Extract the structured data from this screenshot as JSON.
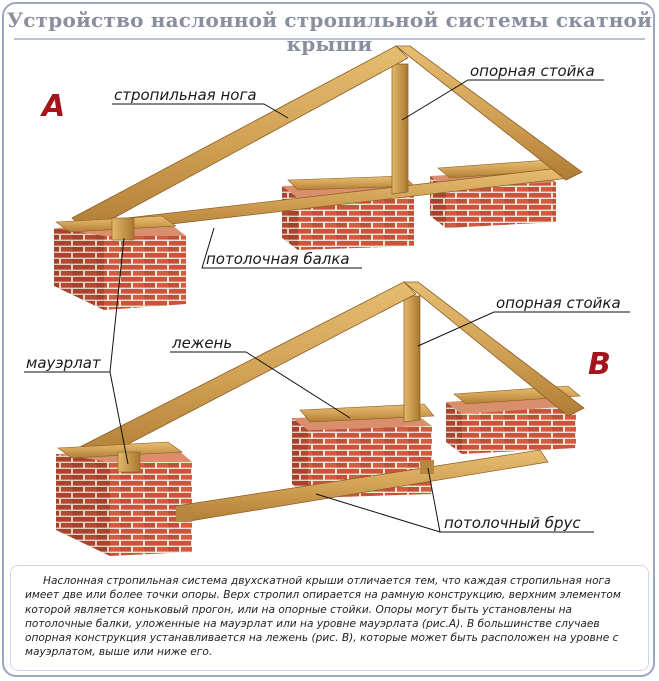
{
  "title": "Устройство наслонной стропильной системы скатной крыши",
  "labels": {
    "A": "A",
    "B": "B",
    "rafter_leg": "стропильная нога",
    "support_post_a": "опорная стойка",
    "ceiling_beam": "потолочная балка",
    "support_post_b": "опорная стойка",
    "lezhen": "лежень",
    "mauerlat": "мауэрлат",
    "ceiling_bar": "потолочный брус"
  },
  "caption": "Наслонная стропильная система двухскатной крыши отличается тем, что каждая стропильная нога имеет две или более точки опоры. Верх стропил опирается на рамную конструкцию, верхним элементом которой является коньковый прогон, или на опорные стойки. Опоры могут быть установлены на потолочные балки, уложенные на мауэрлат или на уровне мауэрлата (рис.А). В большинстве случаев опорная конструкция устанавливается на лежень (рис. В), которые может быть расположен на уровне с мауэрлатом, выше или ниже его.",
  "colors": {
    "brick": "#c8553a",
    "mortar": "#f0e2d6",
    "wood": "#d2a256",
    "wood_dark": "#a9772f",
    "letter": "#a5131b"
  }
}
